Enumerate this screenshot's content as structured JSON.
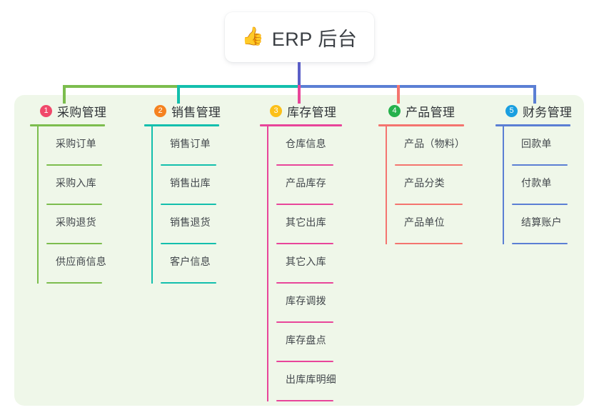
{
  "diagram": {
    "type": "mind-map",
    "root": {
      "icon": "thumbs-up-icon",
      "icon_glyph": "👍",
      "label": "ERP 后台"
    },
    "panel_color": "#eff7e9",
    "root_stem_color": "#5b5fc7",
    "columns": [
      {
        "number": "1",
        "title": "采购管理",
        "badge_color": "#f0486a",
        "line_color": "#7cbd4e",
        "items": [
          "采购订单",
          "采购入库",
          "采购退货",
          "供应商信息"
        ]
      },
      {
        "number": "2",
        "title": "销售管理",
        "badge_color": "#f58220",
        "line_color": "#13bfad",
        "items": [
          "销售订单",
          "销售出库",
          "销售退货",
          "客户信息"
        ]
      },
      {
        "number": "3",
        "title": "库存管理",
        "badge_color": "#fcc019",
        "line_color": "#e8459a",
        "items": [
          "仓库信息",
          "产品库存",
          "其它出库",
          "其它入库",
          "库存调拨",
          "库存盘点",
          "出库库明细"
        ]
      },
      {
        "number": "4",
        "title": "产品管理",
        "badge_color": "#25b14c",
        "line_color": "#f4746f",
        "items": [
          "产品（物料）",
          "产品分类",
          "产品单位"
        ]
      },
      {
        "number": "5",
        "title": "财务管理",
        "badge_color": "#1a9fe0",
        "line_color": "#5b7fd4",
        "items": [
          "回款单",
          "付款单",
          "结算账户"
        ]
      }
    ]
  }
}
